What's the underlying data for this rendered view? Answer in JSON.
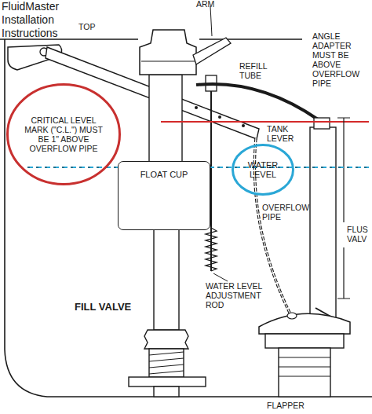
{
  "diagram": {
    "title": "FluidMaster Installation Instructions",
    "nodes": [
      {
        "text": [
          "CRITICAL LEVEL MARK (\"C.L.\") MUST BE 1\" ABOVE OVERFLOW PIPE"
        ]
      },
      {
        "text": [
          "FLOAT CUP"
        ]
      },
      {
        "text": [
          "WATER LEVEL"
        ]
      }
    ],
    "labels": [
      "ARM",
      "TOP",
      "ANGLE ADAPTER MUST BE ABOVE OVERFLOW PIPE",
      "REFILL TUBE",
      "TANK LEVER",
      "OVERFLOW PIPE",
      "FLUS VALV",
      "FILL VALVE",
      "WATER LEVEL ADJUSTMENT ROD",
      "FLAPPER"
    ]
  }
}
